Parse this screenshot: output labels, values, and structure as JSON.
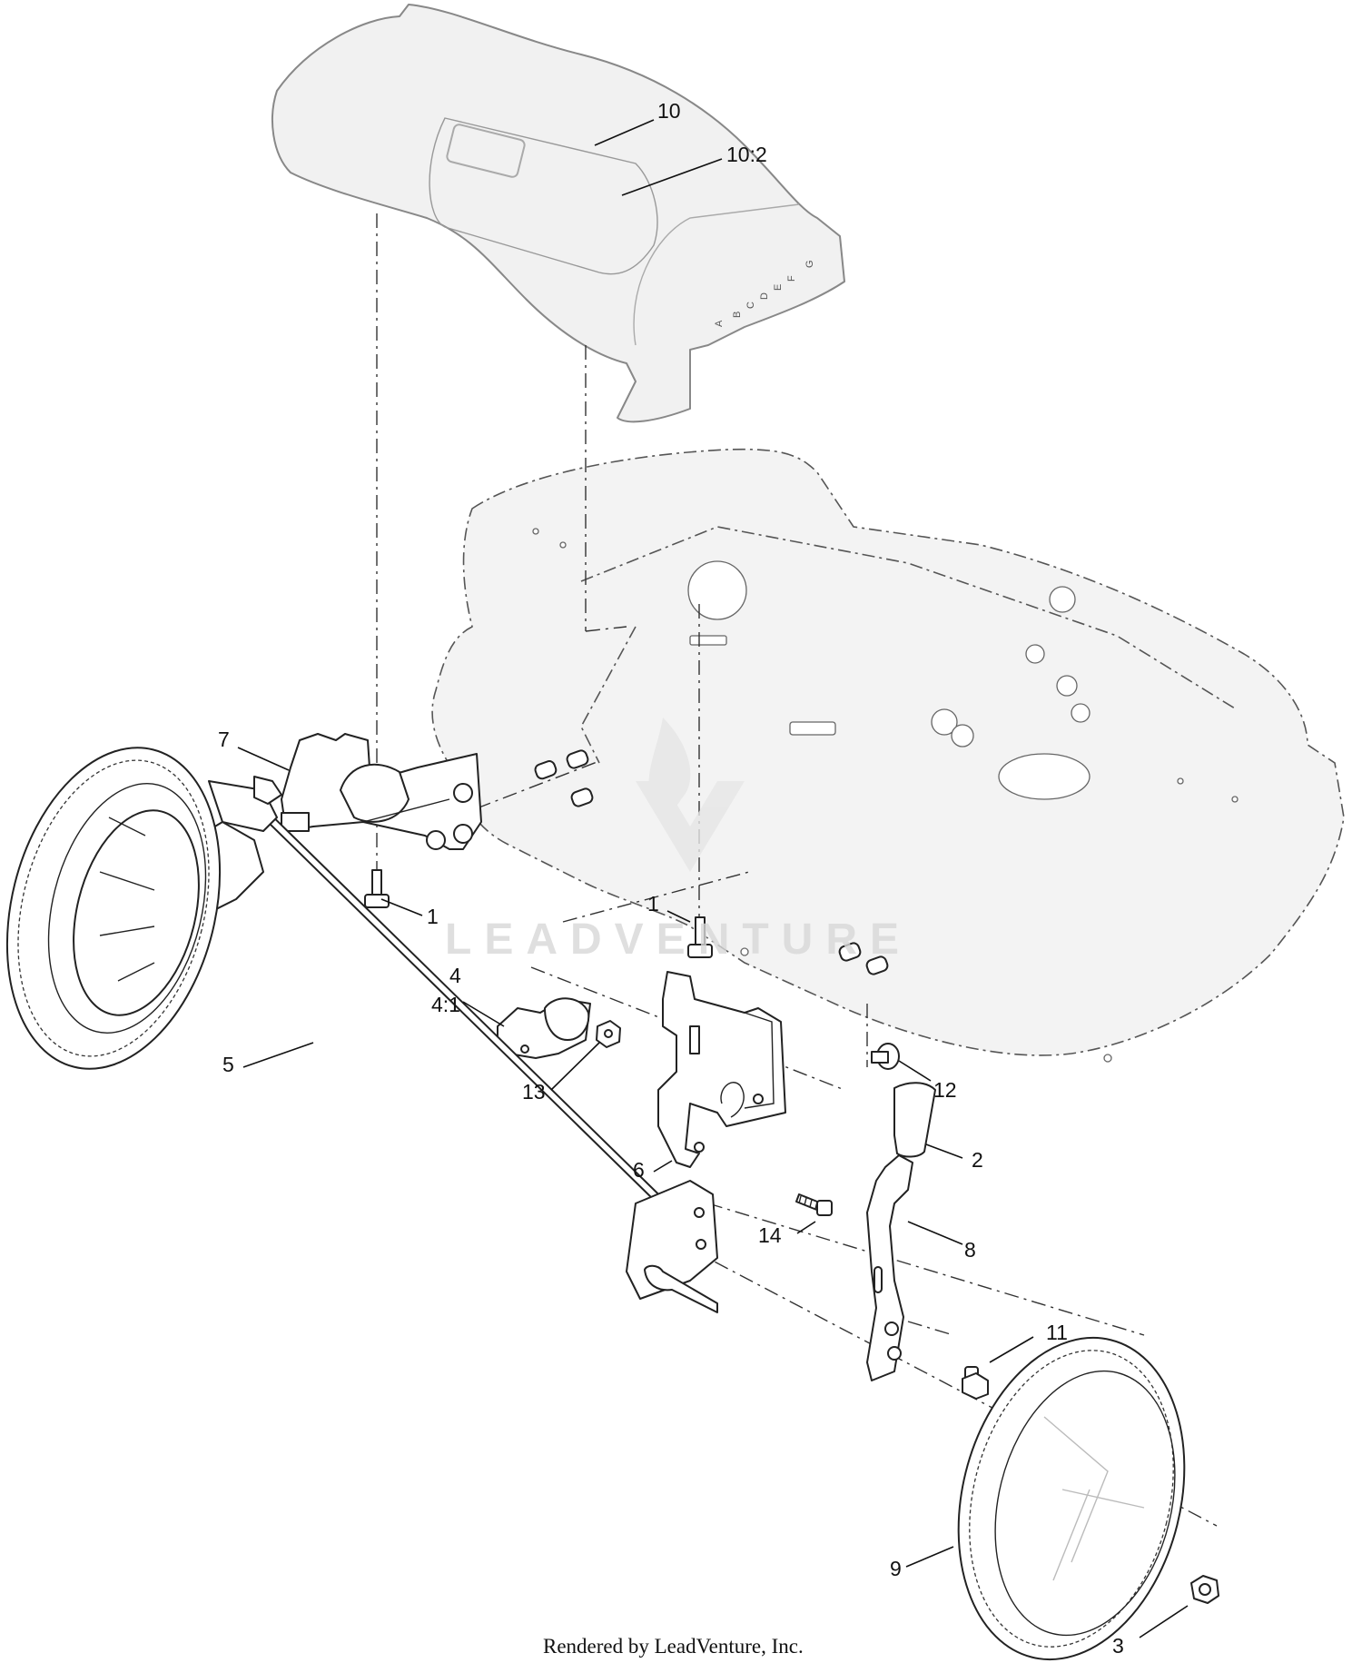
{
  "callouts": {
    "c10": "10",
    "c10_2": "10:2",
    "c7": "7",
    "c1_left": "1",
    "c1_right": "1",
    "c4": "4",
    "c4_1": "4:1",
    "c5": "5",
    "c13": "13",
    "c12": "12",
    "c2": "2",
    "c6": "6",
    "c14": "14",
    "c8": "8",
    "c11": "11",
    "c9": "9",
    "c3": "3"
  },
  "height_scale": [
    "A",
    "B",
    "C",
    "D",
    "E",
    "F",
    "G"
  ],
  "footer_text": "Rendered by LeadVenture, Inc.",
  "watermark_text": "LEADVENTURE"
}
